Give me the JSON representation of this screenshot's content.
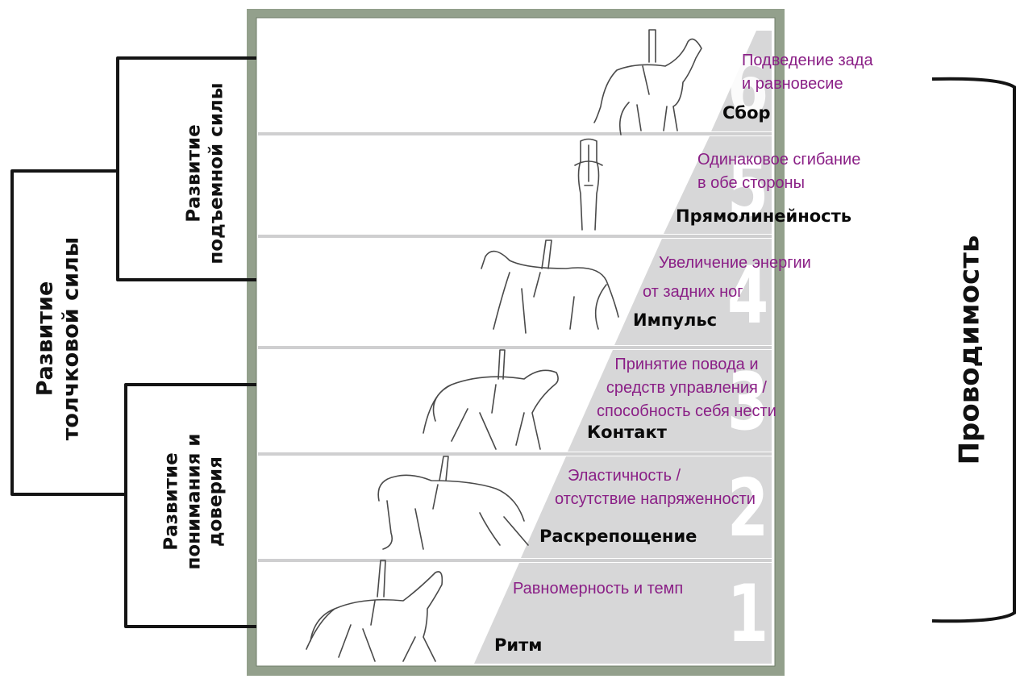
{
  "left_labels": {
    "outer": [
      "Развитие",
      "толчковой силы"
    ],
    "upper": [
      "Развитие",
      "подъемной силы"
    ],
    "lower": [
      "Развитие",
      "понимания и",
      "доверия"
    ]
  },
  "right_label": "Проводимость",
  "colors": {
    "frame": "#93a08c",
    "frame_inner": "#6f7d68",
    "band": "#d7d7d8",
    "step_text": "#8a1f86",
    "title_text": "#0a0a0a",
    "number": "#ffffff"
  },
  "steps": [
    {
      "number": "1",
      "title": "Ритм",
      "desc": [
        "Равномерность и темп"
      ]
    },
    {
      "number": "2",
      "title": "Раскрепощение",
      "desc": [
        "Эластичность /",
        "отсутствие напряженности"
      ]
    },
    {
      "number": "3",
      "title": "Контакт",
      "desc": [
        "Принятие повода и",
        "средств управления /",
        "способность себя нести"
      ]
    },
    {
      "number": "4",
      "title": "Импульс",
      "desc": [
        "Увеличение энергии",
        "от задних ног"
      ]
    },
    {
      "number": "5",
      "title": "Прямолинейность",
      "desc": [
        "Одинаковое сгибание",
        "в обе стороны"
      ]
    },
    {
      "number": "6",
      "title": "Сбор",
      "desc": [
        "Подведение зада",
        "и равновесие"
      ]
    }
  ],
  "icons": [
    "horse-rider-illustration"
  ]
}
